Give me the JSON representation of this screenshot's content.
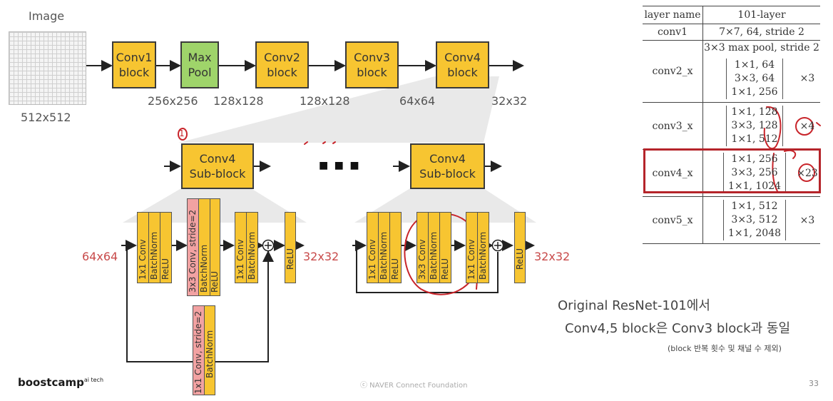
{
  "top": {
    "image_title": "Image",
    "image_size": "512x512",
    "blocks": [
      {
        "id": "conv1",
        "label": "Conv1\nblock",
        "color": "#f7c531"
      },
      {
        "id": "maxpool",
        "label": "Max\nPool",
        "color": "#9fd46a"
      },
      {
        "id": "conv2",
        "label": "Conv2\nblock",
        "color": "#f7c531"
      },
      {
        "id": "conv3",
        "label": "Conv3\nblock",
        "color": "#f7c531"
      },
      {
        "id": "conv4",
        "label": "Conv4\nblock",
        "color": "#f7c531"
      }
    ],
    "sizes": [
      "256x256",
      "128x128",
      "128x128",
      "64x64",
      "32x32"
    ]
  },
  "middle": {
    "sub_block_label": "Conv4\nSub-block",
    "ellipsis": "■ ■ ■",
    "handwritten_number": "1"
  },
  "bottom": {
    "left_in": "64x64",
    "left_out": "32x32",
    "right_out": "32x32",
    "left_layers": [
      "1x1 Conv",
      "BatchNorm",
      "ReLU"
    ],
    "stride_layers": [
      "3x3 Conv, stride=2",
      "BatchNorm",
      "ReLU"
    ],
    "third_layers": [
      "1x1 Conv",
      "BatchNorm"
    ],
    "relu": "ReLU",
    "shortcut_layers": [
      "1x1 Conv, stride=2",
      "BatchNorm"
    ],
    "right_layers_a": [
      "1x1 Conv",
      "BatchNorm",
      "ReLU"
    ],
    "right_layers_b": [
      "3x3 Conv",
      "BatchNorm",
      "ReLU"
    ],
    "right_layers_c": [
      "1x1 Conv",
      "BatchNorm"
    ],
    "plus": "+"
  },
  "table": {
    "header": [
      "layer name",
      "101-layer"
    ],
    "rows": [
      {
        "name": "conv1",
        "value": "7×7, 64, stride 2"
      },
      {
        "name": "",
        "value": "3×3 max pool, stride 2"
      },
      {
        "name": "conv2_x",
        "stack": [
          "1×1, 64",
          "3×3, 64",
          "1×1, 256"
        ],
        "mult": "×3"
      },
      {
        "name": "conv3_x",
        "stack": [
          "1×1, 128",
          "3×3, 128",
          "1×1, 512"
        ],
        "mult": "×4"
      },
      {
        "name": "conv4_x",
        "stack": [
          "1×1, 256",
          "3×3, 256",
          "1×1, 1024"
        ],
        "mult": "×23"
      },
      {
        "name": "conv5_x",
        "stack": [
          "1×1, 512",
          "3×3, 512",
          "1×1, 2048"
        ],
        "mult": "×3"
      }
    ],
    "highlight_color": "#b5242a"
  },
  "notes": {
    "line1": "Original ResNet-101에서",
    "line2": "Conv4,5 block은 Conv3 block과 동일",
    "line3": "(block 반복 횟수 및 채널 수 제외)"
  },
  "footer": {
    "brand": "boostcamp",
    "brand_sup": "ai tech",
    "copyright": "ⓒ NAVER Connect Foundation",
    "page": "33"
  },
  "colors": {
    "block": "#f7c531",
    "maxpool": "#9fd46a",
    "pink": "#f2a2a2",
    "annotation": "#c8242a"
  }
}
